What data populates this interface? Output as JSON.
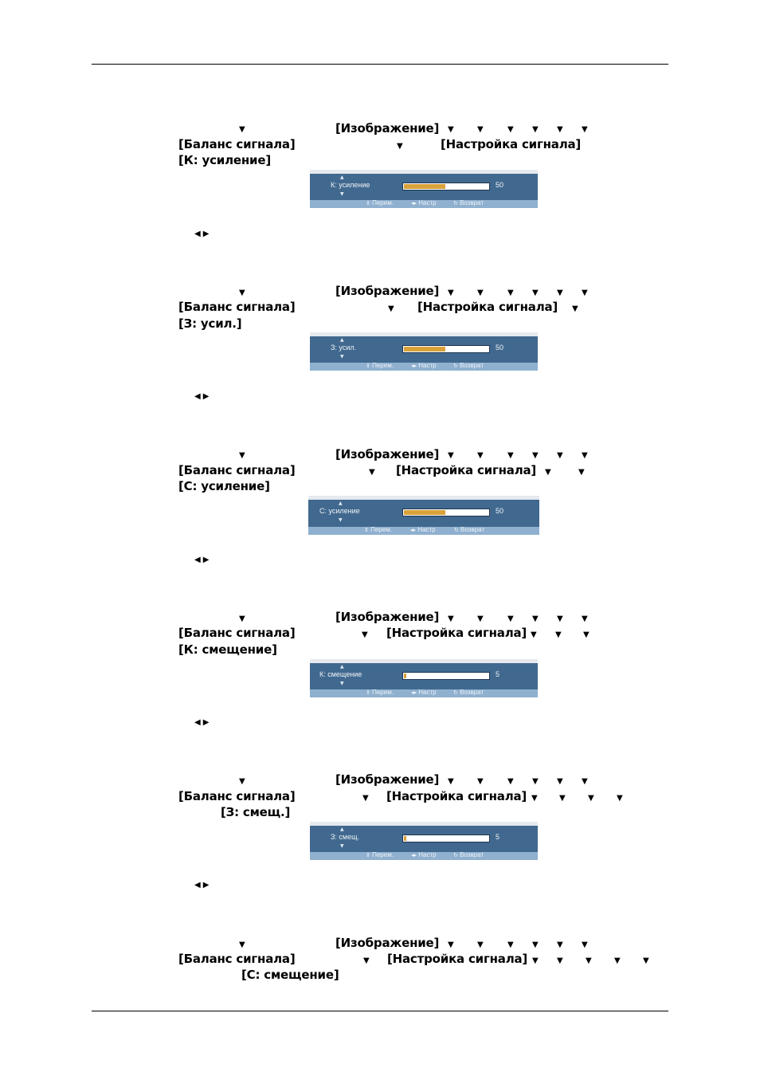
{
  "texts": {
    "image": "[Изображение]",
    "balance": "[Баланс сигнала]",
    "setup": "[Настройка сигнала]"
  },
  "osd_hints": {
    "move": "Перем.",
    "adjust": "Настр",
    "return": "Возврат"
  },
  "sections": [
    {
      "item": "[К: усиление]",
      "osd_label": "К: усиление",
      "value": "50",
      "level_percent": 50
    },
    {
      "item": "[З: усил.]",
      "osd_label": "З: усил.",
      "value": "50",
      "level_percent": 50
    },
    {
      "item": "[С: усиление]",
      "osd_label": "С: усиление",
      "value": "50",
      "level_percent": 50
    },
    {
      "item": "[К: смещение]",
      "osd_label": "К: смещение",
      "value": "5",
      "level_percent": 5
    },
    {
      "item": "[З: смещ.]",
      "osd_label": "З: смещ.",
      "value": "5",
      "level_percent": 5
    },
    {
      "item": "[С: смещение]"
    }
  ],
  "glyphs": {
    "down": "▼",
    "left": "◀",
    "right": "▶"
  }
}
